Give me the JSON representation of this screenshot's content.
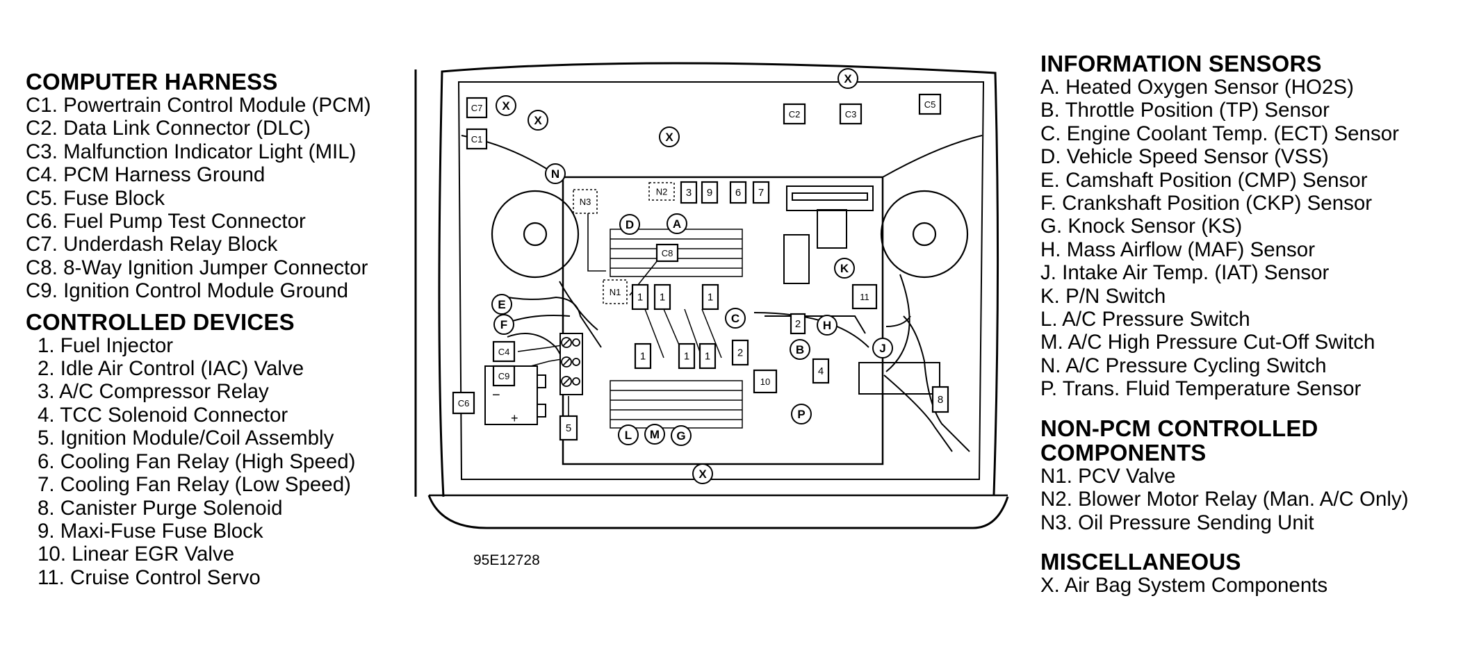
{
  "left": {
    "computer_harness": {
      "heading": "COMPUTER HARNESS",
      "items": [
        "C1. Powertrain Control Module (PCM)",
        "C2. Data Link Connector (DLC)",
        "C3. Malfunction Indicator Light (MIL)",
        "C4. PCM Harness Ground",
        "C5. Fuse Block",
        "C6. Fuel Pump Test Connector",
        "C7. Underdash Relay Block",
        "C8. 8-Way Ignition Jumper Connector",
        "C9. Ignition Control Module Ground"
      ]
    },
    "controlled_devices": {
      "heading": "CONTROLLED DEVICES",
      "items": [
        "1. Fuel Injector",
        "2. Idle Air Control (IAC) Valve",
        "3. A/C Compressor Relay",
        "4. TCC Solenoid Connector",
        "5. Ignition Module/Coil Assembly",
        "6. Cooling Fan Relay (High Speed)",
        "7. Cooling Fan Relay (Low Speed)",
        "8. Canister Purge Solenoid",
        "9. Maxi-Fuse Fuse Block",
        "10. Linear EGR Valve",
        "11. Cruise Control Servo"
      ]
    }
  },
  "right": {
    "information_sensors": {
      "heading": "INFORMATION SENSORS",
      "items": [
        "A. Heated Oxygen Sensor (HO2S)",
        "B. Throttle Position (TP) Sensor",
        "C. Engine Coolant Temp. (ECT) Sensor",
        "D. Vehicle Speed Sensor (VSS)",
        "E. Camshaft Position (CMP) Sensor",
        "F. Crankshaft Position (CKP) Sensor",
        "G. Knock Sensor (KS)",
        "H. Mass Airflow (MAF) Sensor",
        "J. Intake Air Temp. (IAT) Sensor",
        "K. P/N Switch",
        "L. A/C Pressure Switch",
        "M. A/C High Pressure Cut-Off Switch",
        "N. A/C Pressure Cycling Switch",
        "P. Trans. Fluid Temperature Sensor"
      ]
    },
    "non_pcm": {
      "heading_line1": "NON-PCM CONTROLLED",
      "heading_line2": "COMPONENTS",
      "items": [
        "N1. PCV Valve",
        "N2. Blower Motor Relay (Man. A/C Only)",
        "N3. Oil Pressure Sending Unit"
      ]
    },
    "miscellaneous": {
      "heading": "MISCELLANEOUS",
      "items": [
        "X. Air Bag System Components"
      ]
    }
  },
  "figure_id": "95E12728",
  "diagram": {
    "circle_labels": [
      "X",
      "X",
      "X",
      "X",
      "X",
      "N",
      "D",
      "A",
      "K",
      "E",
      "F",
      "C",
      "H",
      "B",
      "J",
      "P",
      "L",
      "M",
      "G"
    ],
    "box_labels": [
      "C7",
      "C1",
      "C2",
      "C3",
      "C5",
      "N3",
      "N2",
      "3",
      "9",
      "6",
      "7",
      "C8",
      "N1",
      "1",
      "1",
      "1",
      "1",
      "1",
      "1",
      "2",
      "2",
      "4",
      "11",
      "10",
      "8",
      "C4",
      "C9",
      "C6",
      "5"
    ]
  }
}
